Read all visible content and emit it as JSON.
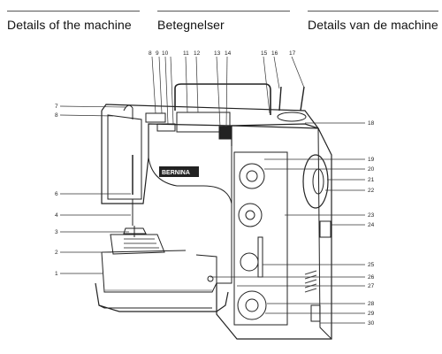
{
  "headings": {
    "english": "Details of the machine",
    "norwegian": "Betegnelser",
    "dutch": "Details van de machine"
  },
  "brand_label": "BERNINA",
  "callouts_left": [
    "7",
    "8",
    "6",
    "4",
    "3",
    "2",
    "1"
  ],
  "callouts_top": [
    "8",
    "9",
    "10",
    "11",
    "12",
    "13",
    "14",
    "15",
    "16",
    "17"
  ],
  "callouts_right": [
    "18",
    "19",
    "20",
    "21",
    "22",
    "23",
    "24",
    "25",
    "26",
    "27",
    "28",
    "29",
    "30"
  ]
}
